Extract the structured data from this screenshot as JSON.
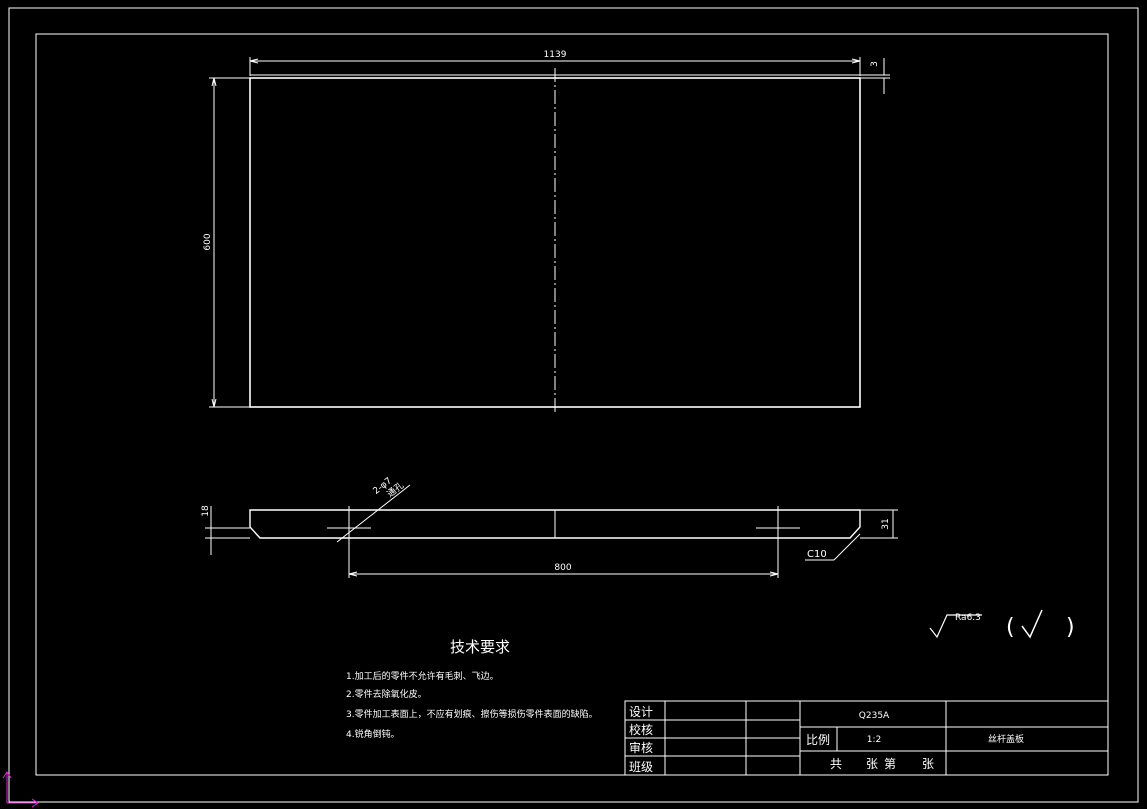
{
  "colors": {
    "background": "#000000",
    "line": "#ffffff",
    "ucs_x": "#e020e0",
    "ucs_y": "#e020e0"
  },
  "dimensions": {
    "top_width": "1139",
    "top_height": "600",
    "top_thickness": "3",
    "side_left_thickness": "18",
    "side_right_height": "31",
    "side_hole_span": "800",
    "hole_callout_line1": "2-φ7",
    "hole_callout_line2": "通孔",
    "chamfer": "C10"
  },
  "surface_finish": {
    "symbol_label": "Ra6.3",
    "paren_open": "(",
    "paren_close": ")"
  },
  "tech_requirements": {
    "title": "技术要求",
    "items": [
      "1.加工后的零件不允许有毛刺、飞边。",
      "2.零件去除氧化皮。",
      "3.零件加工表面上，不应有划痕、擦伤等损伤零件表面的缺陷。",
      "4.锐角倒钝。"
    ]
  },
  "title_block": {
    "row_labels": [
      "设计",
      "校核",
      "审核",
      "班级"
    ],
    "material": "Q235A",
    "scale_label": "比例",
    "scale_value": "1:2",
    "part_name": "丝杆盖板",
    "sheet_total": "共",
    "sheet_unit1": "张",
    "sheet_seq": "第",
    "sheet_unit2": "张"
  }
}
